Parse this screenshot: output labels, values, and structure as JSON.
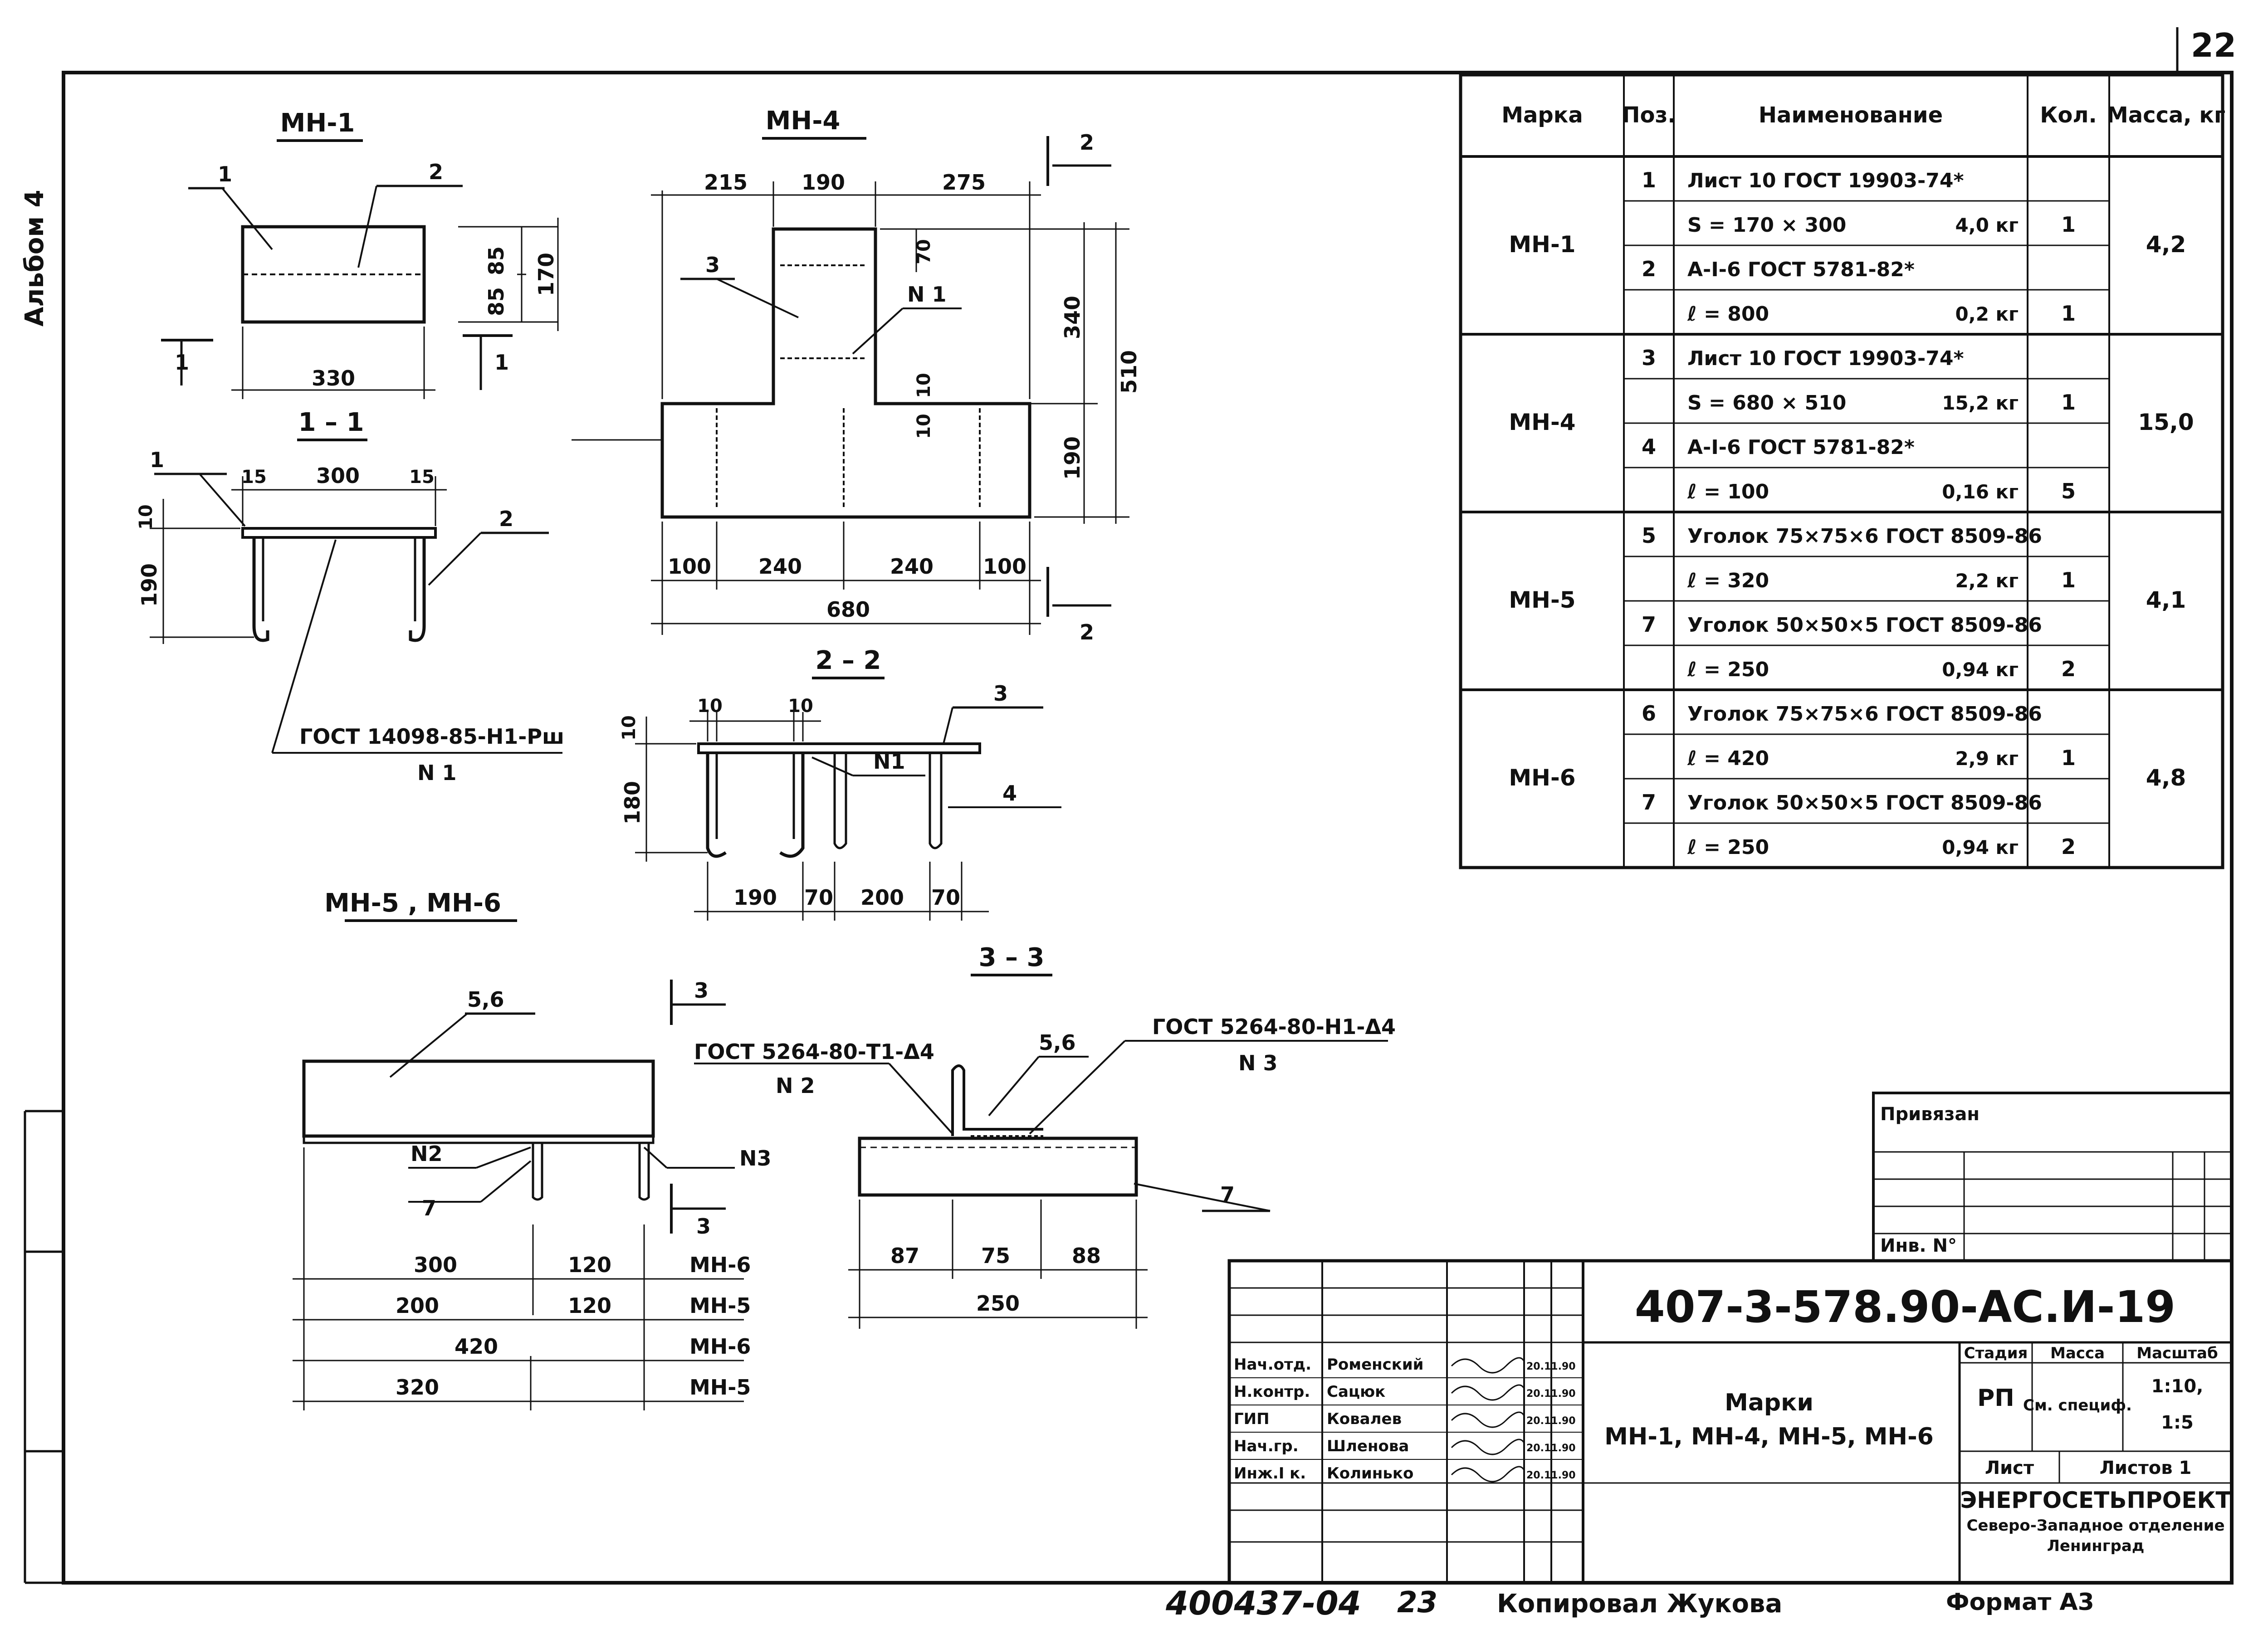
{
  "sheet": {
    "number": "22",
    "album": "Альбом 4",
    "code": "407-3-578.90-АС.И-19",
    "bottom_number": "400437-04",
    "bottom_page": "23",
    "copied_by": "Копировал Жукова",
    "format": "Формат А3"
  },
  "drawings": {
    "mn1": {
      "title": "МН-1",
      "leader_1": "1",
      "leader_2": "2",
      "dim_330": "330",
      "dim_85a": "85",
      "dim_85b": "85",
      "dim_170": "170",
      "cut_mark": "1",
      "section_title": "1 – 1",
      "sec_leader_1": "1",
      "sec_leader_2": "2",
      "sec_15a": "15",
      "sec_300": "300",
      "sec_15b": "15",
      "sec_10": "10",
      "sec_190": "190",
      "weld_note": "ГОСТ 14098-85-Н1-Рш",
      "weld_ref": "N 1"
    },
    "mn4": {
      "title": "МН-4",
      "dim_215": "215",
      "dim_190": "190",
      "dim_275": "275",
      "dim_70": "70",
      "dim_10a": "10",
      "dim_10b": "10",
      "dim_340": "340",
      "dim_190v": "190",
      "dim_510": "510",
      "dim_100a": "100",
      "dim_240a": "240",
      "dim_240b": "240",
      "dim_100b": "100",
      "dim_680": "680",
      "leader_3": "3",
      "weld_ref": "N 1",
      "cut_top": "2",
      "cut_bottom": "2"
    },
    "sec22": {
      "title": "2 – 2",
      "d10a": "10",
      "d10b": "10",
      "d10c": "10",
      "d180": "180",
      "d190": "190",
      "d70a": "70",
      "d200": "200",
      "d70b": "70",
      "leader_3": "3",
      "leader_4": "4",
      "weld_ref": "N1"
    },
    "mn56": {
      "title": "МН-5 , МН-6",
      "leader_56": "5,6",
      "n2": "N2",
      "n3": "N3",
      "leader_7": "7",
      "cut_top": "3",
      "cut_bottom": "3",
      "rows": [
        {
          "a": "300",
          "b": "120",
          "mark": "МН-6"
        },
        {
          "a": "200",
          "b": "120",
          "mark": "МН-5"
        },
        {
          "a": "420",
          "b": "",
          "mark": "МН-6"
        },
        {
          "a": "320",
          "b": "",
          "mark": "МН-5"
        }
      ]
    },
    "sec33": {
      "title": "3 – 3",
      "weld_left": "ГОСТ 5264-80-Т1-Δ4",
      "weld_left_ref": "N 2",
      "weld_right": "ГОСТ 5264-80-Н1-Δ4",
      "weld_right_ref": "N 3",
      "leader_56": "5,6",
      "leader_7": "7",
      "d87": "87",
      "d75": "75",
      "d88": "88",
      "d250": "250"
    }
  },
  "spec": {
    "headers": [
      "Марка",
      "Поз.",
      "Наименование",
      "Кол.",
      "Масса, кг"
    ],
    "groups": [
      {
        "mark": "МН-1",
        "mass": "4,2",
        "rows": [
          {
            "pos": "1",
            "name": "Лист 10 ГОСТ 19903-74*",
            "w": "",
            "qty": ""
          },
          {
            "pos": "",
            "name": "S = 170 × 300",
            "w": "4,0 кг",
            "qty": "1"
          },
          {
            "pos": "2",
            "name": "А-Ⅰ-6 ГОСТ 5781-82*",
            "w": "",
            "qty": ""
          },
          {
            "pos": "",
            "name": "ℓ = 800",
            "w": "0,2 кг",
            "qty": "1"
          }
        ]
      },
      {
        "mark": "МН-4",
        "mass": "15,0",
        "rows": [
          {
            "pos": "3",
            "name": "Лист 10 ГОСТ 19903-74*",
            "w": "",
            "qty": ""
          },
          {
            "pos": "",
            "name": "S = 680 × 510",
            "w": "15,2 кг",
            "qty": "1"
          },
          {
            "pos": "4",
            "name": "А-Ⅰ-6 ГОСТ 5781-82*",
            "w": "",
            "qty": ""
          },
          {
            "pos": "",
            "name": "ℓ = 100",
            "w": "0,16 кг",
            "qty": "5"
          }
        ]
      },
      {
        "mark": "МН-5",
        "mass": "4,1",
        "rows": [
          {
            "pos": "5",
            "name": "Уголок 75×75×6 ГОСТ 8509-86",
            "w": "",
            "qty": ""
          },
          {
            "pos": "",
            "name": "ℓ = 320",
            "w": "2,2 кг",
            "qty": "1"
          },
          {
            "pos": "7",
            "name": "Уголок 50×50×5 ГОСТ 8509-86",
            "w": "",
            "qty": ""
          },
          {
            "pos": "",
            "name": "ℓ = 250",
            "w": "0,94 кг",
            "qty": "2"
          }
        ]
      },
      {
        "mark": "МН-6",
        "mass": "4,8",
        "rows": [
          {
            "pos": "6",
            "name": "Уголок 75×75×6 ГОСТ 8509-86",
            "w": "",
            "qty": ""
          },
          {
            "pos": "",
            "name": "ℓ = 420",
            "w": "2,9 кг",
            "qty": "1"
          },
          {
            "pos": "7",
            "name": "Уголок 50×50×5 ГОСТ 8509-86",
            "w": "",
            "qty": ""
          },
          {
            "pos": "",
            "name": "ℓ = 250",
            "w": "0,94 кг",
            "qty": "2"
          }
        ]
      }
    ]
  },
  "stamp": {
    "bound": "Привязан",
    "inv": "Инв. N°",
    "title": "Марки",
    "subtitle": "МН-1, МН-4, МН-5, МН-6",
    "stage_h": "Стадия",
    "mass_h": "Масса",
    "scale_h": "Масштаб",
    "stage": "РП",
    "mass": "См. специф.",
    "scale1": "1:10,",
    "scale2": "1:5",
    "sheet_h": "Лист",
    "sheets_h": "Листов 1",
    "org1": "ЭНЕРГОСЕТЬПРОЕКТ",
    "org2": "Северо-Западное отделение",
    "org3": "Ленинград",
    "people": [
      {
        "role": "Нач.отд.",
        "name": "Роменский",
        "date": "20.11.90"
      },
      {
        "role": "Н.контр.",
        "name": "Сацюк",
        "date": "20.11.90"
      },
      {
        "role": "ГИП",
        "name": "Ковалев",
        "date": "20.11.90"
      },
      {
        "role": "Нач.гр.",
        "name": "Шленова",
        "date": "20.11.90"
      },
      {
        "role": "Инж.I к.",
        "name": "Колинько",
        "date": "20.11.90"
      }
    ]
  }
}
